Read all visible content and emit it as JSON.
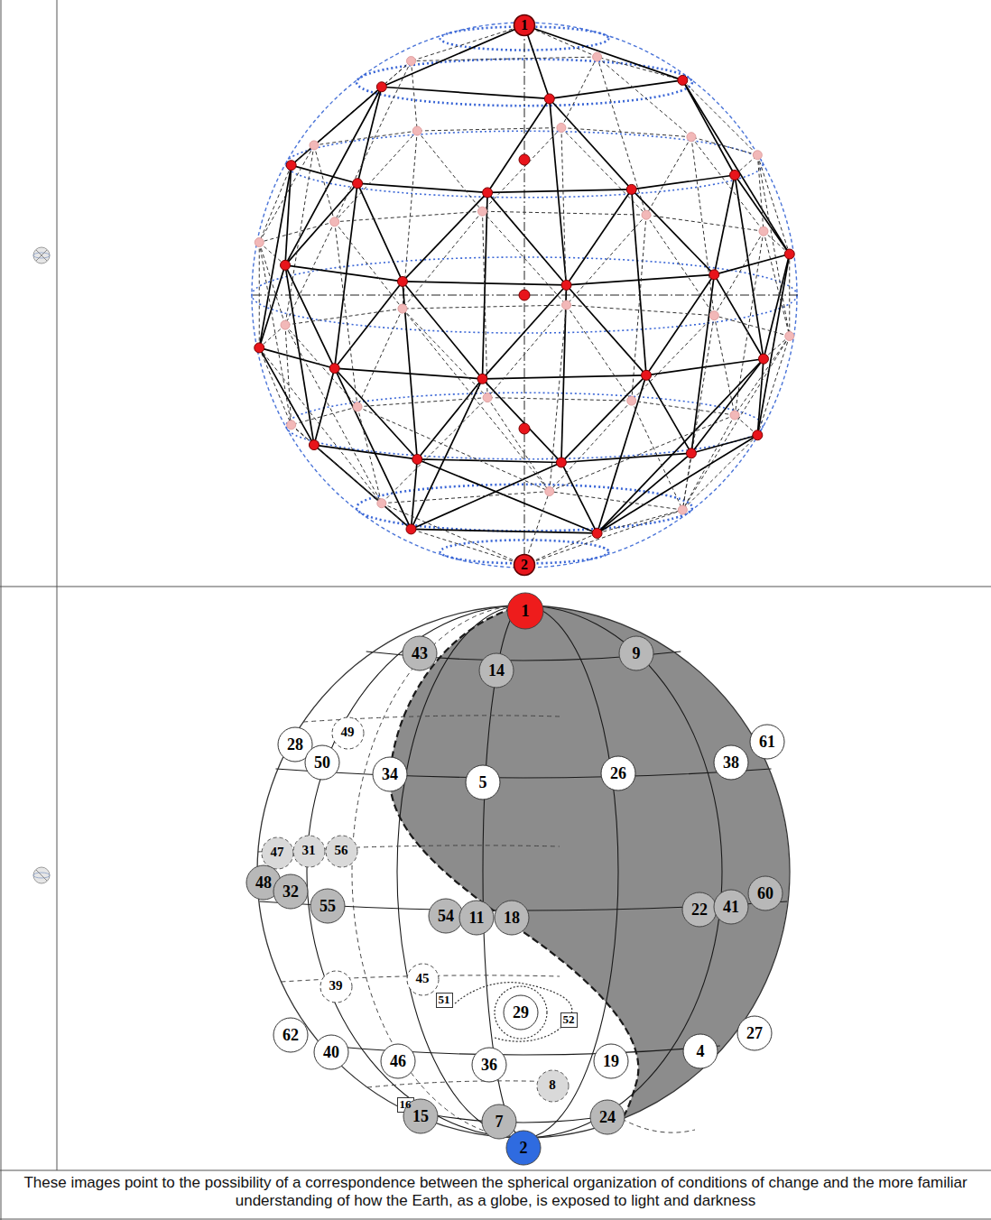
{
  "diagram": {
    "caption": "These images point to the possibility of a correspondence between the spherical organization of conditions of change and the more familiar understanding of how the Earth, as a globe, is exposed to light and darkness",
    "nodes": [
      {
        "text": [
          "1"
        ]
      },
      {
        "text": [
          "2"
        ]
      },
      {
        "text": [
          "1"
        ]
      },
      {
        "text": [
          "43"
        ]
      },
      {
        "text": [
          "14"
        ]
      },
      {
        "text": [
          "9"
        ]
      },
      {
        "text": [
          "49"
        ]
      },
      {
        "text": [
          "28"
        ]
      },
      {
        "text": [
          "50"
        ]
      },
      {
        "text": [
          "34"
        ]
      },
      {
        "text": [
          "5"
        ]
      },
      {
        "text": [
          "26"
        ]
      },
      {
        "text": [
          "38"
        ]
      },
      {
        "text": [
          "61"
        ]
      },
      {
        "text": [
          "47"
        ]
      },
      {
        "text": [
          "31"
        ]
      },
      {
        "text": [
          "56"
        ]
      },
      {
        "text": [
          "48"
        ]
      },
      {
        "text": [
          "32"
        ]
      },
      {
        "text": [
          "55"
        ]
      },
      {
        "text": [
          "54"
        ]
      },
      {
        "text": [
          "11"
        ]
      },
      {
        "text": [
          "18"
        ]
      },
      {
        "text": [
          "22"
        ]
      },
      {
        "text": [
          "41"
        ]
      },
      {
        "text": [
          "60"
        ]
      },
      {
        "text": [
          "39"
        ]
      },
      {
        "text": [
          "45"
        ]
      },
      {
        "text": [
          "51"
        ]
      },
      {
        "text": [
          "29"
        ]
      },
      {
        "text": [
          "52"
        ]
      },
      {
        "text": [
          "62"
        ]
      },
      {
        "text": [
          "40"
        ]
      },
      {
        "text": [
          "46"
        ]
      },
      {
        "text": [
          "36"
        ]
      },
      {
        "text": [
          "19"
        ]
      },
      {
        "text": [
          "4"
        ]
      },
      {
        "text": [
          "27"
        ]
      },
      {
        "text": [
          "16"
        ]
      },
      {
        "text": [
          "8"
        ]
      },
      {
        "text": [
          "15"
        ]
      },
      {
        "text": [
          "7"
        ]
      },
      {
        "text": [
          "24"
        ]
      },
      {
        "text": [
          "2"
        ]
      }
    ]
  }
}
